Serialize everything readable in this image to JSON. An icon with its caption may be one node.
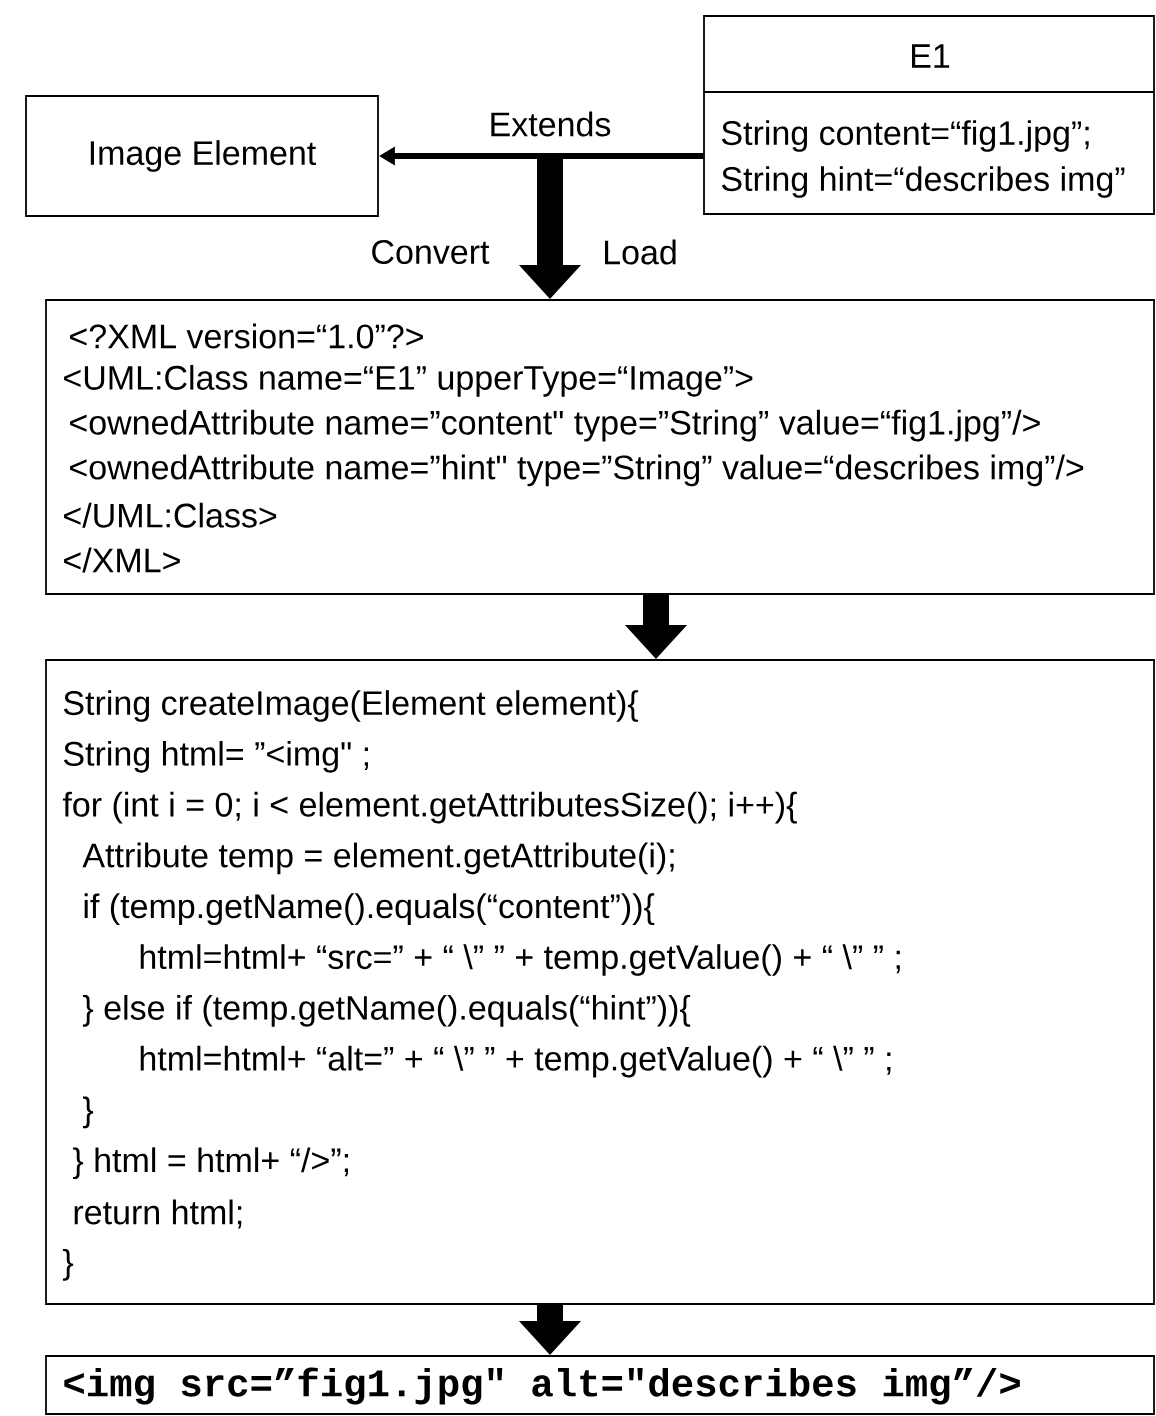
{
  "diagram": {
    "nodes": [
      {
        "text": [
          "E1",
          "String content=“fig1.jpg”;",
          "String hint=“describes img”"
        ]
      },
      {
        "text": [
          "Image Element"
        ]
      },
      {
        "text": [
          "<?XML version=“1.0”?>",
          "<UML:Class name=“E1” upperType=“Image”>",
          "<ownedAttribute  name=”content\" type=”String” value=“fig1.jpg”/>",
          "<ownedAttribute  name=”hint\" type=”String” value=“describes img”/>",
          "</UML:Class>",
          "</XML>"
        ]
      },
      {
        "text": [
          "String createImage(Element element){",
          "String html= ”<img\" ;",
          "for (int i = 0; i < element.getAttributesSize(); i++){",
          "Attribute temp = element.getAttribute(i);",
          "if (temp.getName().equals(“content”)){",
          "html=html+ “src=” + “ \\” ” + temp.getValue() + “ \\” ” ;",
          "} else if (temp.getName().equals(“hint”)){",
          "html=html+ “alt=” + “ \\” ” + temp.getValue() + “ \\” ” ;",
          "}",
          "} html = html+ “/>”;",
          "return html;",
          "}"
        ]
      },
      {
        "text": [
          "<img src=”fig1.jpg\" alt=\"describes img”/>"
        ]
      }
    ],
    "edges": [
      {
        "from": 0,
        "to": 1,
        "arrow": "to",
        "label": "Extends"
      },
      {
        "from": null,
        "to": 2,
        "arrow": "to",
        "label": "Convert"
      },
      {
        "from": 2,
        "to": 3,
        "arrow": "to"
      },
      {
        "from": 3,
        "to": 4,
        "arrow": "to"
      }
    ],
    "labels": [
      "Load"
    ]
  }
}
